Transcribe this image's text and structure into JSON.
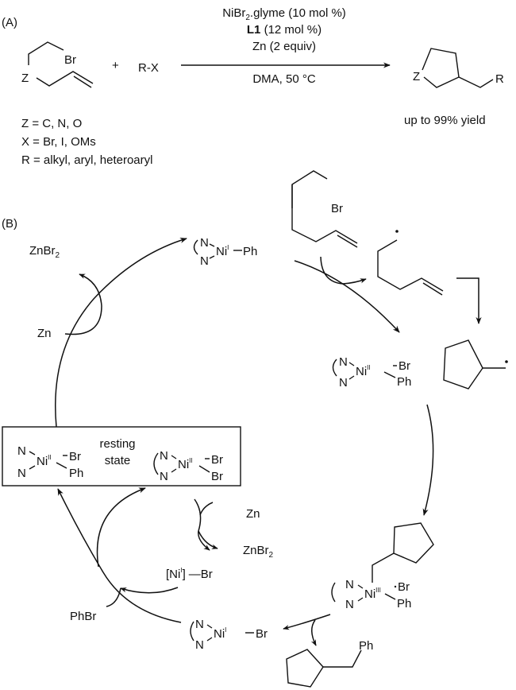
{
  "panel_a": {
    "label": "(A)",
    "reactant_br": "Br",
    "reactant_z": "Z",
    "plus": "+",
    "reagent": "R-X",
    "conditions": {
      "line1_pre": "NiBr",
      "line1_sub": "2",
      "line1_post": ".glyme (10 mol %)",
      "line2_bold": "L1",
      "line2_post": " (12 mol %)",
      "line3": "Zn (2 equiv)",
      "below": "DMA, 50 °C"
    },
    "product_z": "Z",
    "product_r": "R",
    "yield": "up to 99% yield",
    "definitions": [
      "Z = C, N, O",
      "X = Br, I, OMs",
      "R = alkyl, aryl, heteroaryl"
    ]
  },
  "panel_b": {
    "label": "(B)",
    "n": "N",
    "ni": "Ni",
    "ox_i": "I",
    "ox_ii": "II",
    "ox_iii": "III",
    "ph": "Ph",
    "br": "Br",
    "zn": "Zn",
    "znbr2_pre": "ZnBr",
    "znbr2_sub": "2",
    "phbr": "PhBr",
    "substrate_br": "Br",
    "resting_line1": "resting",
    "resting_line2": "state",
    "nibr_bracket_open": "[Ni",
    "nibr_bracket_close": "]",
    "nibr_br": "—Br"
  }
}
